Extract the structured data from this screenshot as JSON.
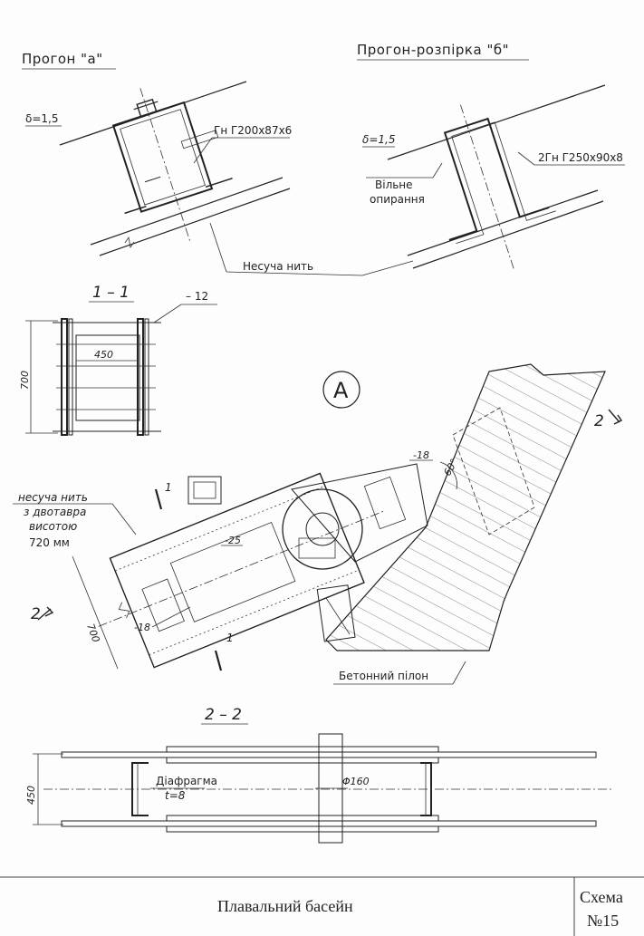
{
  "top_left": {
    "title": "Прогон \"а\"",
    "delta": "δ=1,5",
    "profile": "Гн Г200х87х6"
  },
  "top_right": {
    "title": "Прогон-розпірка \"б\"",
    "delta": "δ=1,5",
    "profile": "2Гн Г250х90х8",
    "free_support_line1": "Вільне",
    "free_support_line2": "опирання"
  },
  "cable_label": "Несуча нить",
  "section_1": {
    "title": "1 – 1",
    "plate": "– 12",
    "width": "450",
    "height": "700"
  },
  "detail": {
    "marker": "А",
    "cable_line1": "несуча нить",
    "cable_line2": "з двотавра",
    "cable_line3": "висотою",
    "cable_line4": "720 мм",
    "dim_700": "700",
    "plate_18_a": "-18",
    "plate_18_b": "-18",
    "plate_25": "-25",
    "angle": "60°",
    "cut1_top": "1",
    "cut1_bottom": "1",
    "cut2_left": "2",
    "cut2_right": "2",
    "pylon": "Бетонний пілон"
  },
  "section_2": {
    "title": "2 – 2",
    "height": "450",
    "diaphragm_line1": "Діафрагма",
    "diaphragm_line2": "t=8",
    "diameter": "Φ160"
  },
  "footer": {
    "name": "Плавальний басейн",
    "scheme_line1": "Схема",
    "scheme_line2": "№15"
  }
}
